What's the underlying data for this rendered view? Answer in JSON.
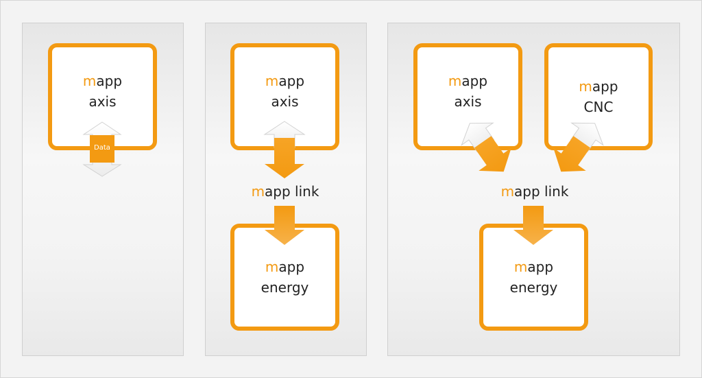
{
  "colors": {
    "accent": "#f39a12",
    "text": "#222222",
    "border": "#cfcfcf"
  },
  "panels": [
    {
      "modules": [
        {
          "prefix": "m",
          "rest": "app",
          "line2": "axis"
        }
      ],
      "data_label": "Data"
    },
    {
      "modules": [
        {
          "prefix": "m",
          "rest": "app",
          "line2": "axis"
        },
        {
          "prefix": "m",
          "rest": "app",
          "line2": "energy"
        }
      ],
      "link": {
        "prefix": "m",
        "rest": "app link"
      }
    },
    {
      "modules": [
        {
          "prefix": "m",
          "rest": "app",
          "line2": "axis"
        },
        {
          "prefix": "m",
          "rest": "app",
          "line2": "CNC"
        },
        {
          "prefix": "m",
          "rest": "app",
          "line2": "energy"
        }
      ],
      "link": {
        "prefix": "m",
        "rest": "app link"
      }
    }
  ]
}
